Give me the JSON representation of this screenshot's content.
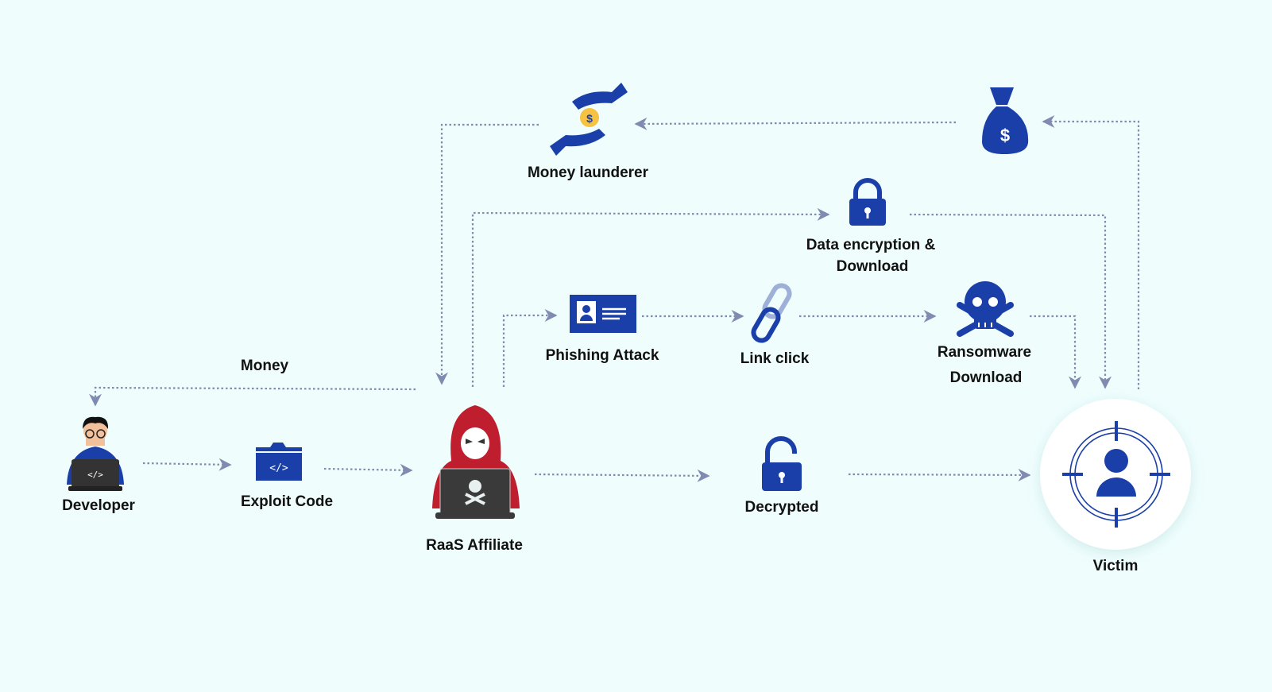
{
  "colors": {
    "background": "#effdfd",
    "icon_blue": "#1a3fa8",
    "arrow": "#7f8bb0",
    "hood_red": "#be1e2d",
    "laptop": "#3a3a3a",
    "coin": "#f5c242"
  },
  "nodes": {
    "developer": "Developer",
    "exploit_code": "Exploit Code",
    "raas_affiliate": "RaaS Affiliate",
    "decrypted": "Decrypted",
    "victim": "Victim",
    "money_launderer": "Money launderer",
    "data_encryption_line1": "Data encryption &",
    "data_encryption_line2": "Download",
    "phishing_attack": "Phishing Attack",
    "link_click": "Link click",
    "ransomware_line1": "Ransomware",
    "ransomware_line2": "Download"
  },
  "edge_labels": {
    "money": "Money"
  },
  "icons": {
    "developer": "developer-laptop-icon",
    "exploit": "code-folder-icon",
    "raas": "hooded-hacker-icon",
    "decrypted": "unlocked-padlock-icon",
    "victim": "target-person-icon",
    "launderer": "hands-coin-icon",
    "moneybag": "money-bag-icon",
    "lock": "padlock-icon",
    "phishing": "id-card-icon",
    "link": "chain-link-icon",
    "ransomware": "skull-crossbones-icon"
  }
}
